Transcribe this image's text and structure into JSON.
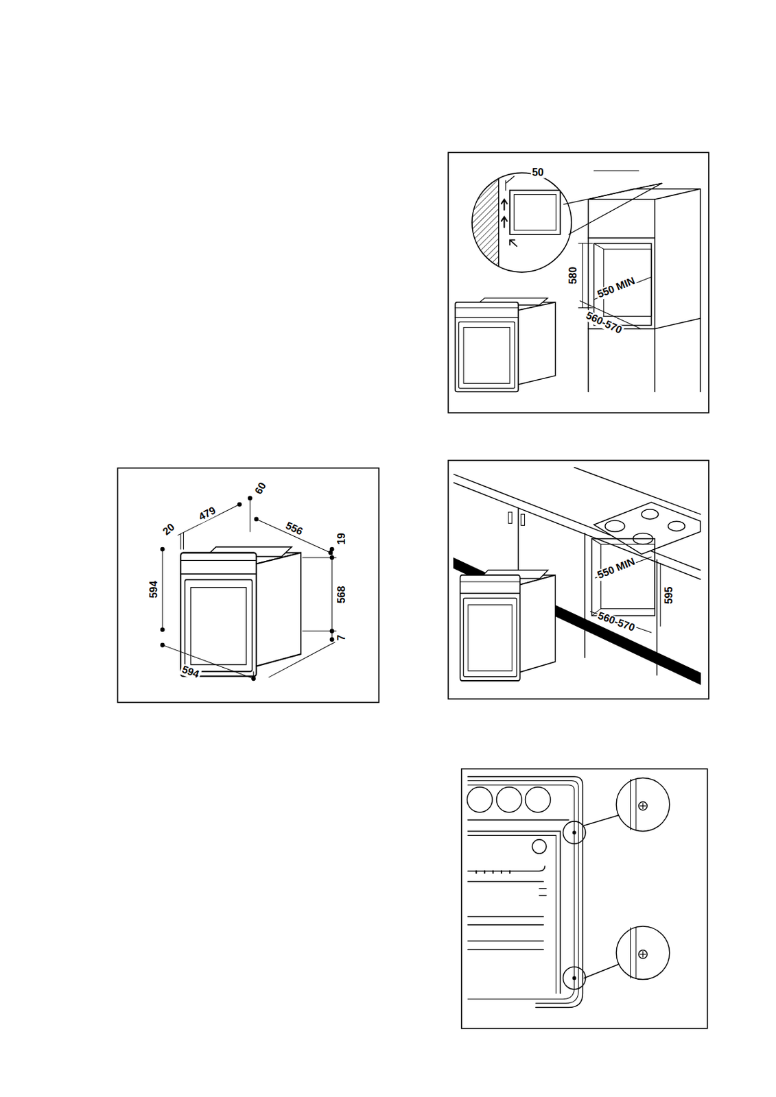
{
  "diagram": {
    "labels": [
      "50",
      "580",
      "550 MIN",
      "560-570",
      "60",
      "20",
      "479",
      "556",
      "19",
      "594",
      "568",
      "7",
      "594",
      "550 MIN",
      "595",
      "560-570"
    ]
  }
}
